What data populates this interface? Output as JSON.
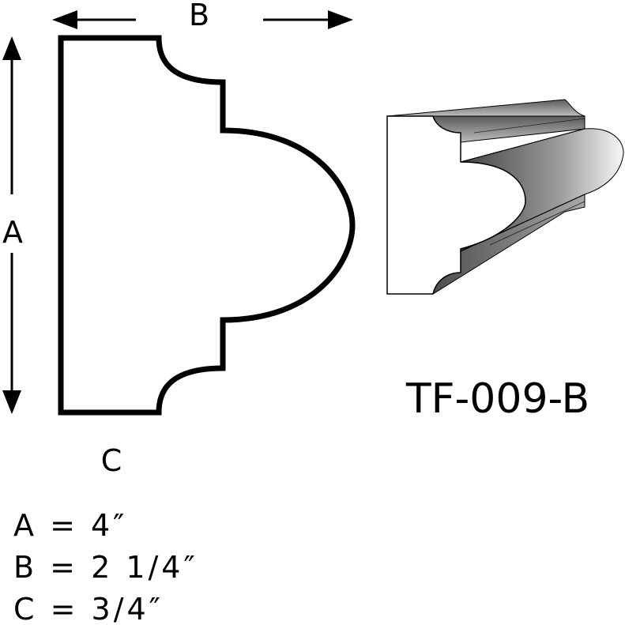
{
  "labels": {
    "a": "A",
    "b": "B",
    "c": "C",
    "part_number": "TF-009-B"
  },
  "dimensions": [
    {
      "text": "A = 4″"
    },
    {
      "text": "B = 2 1/4″"
    },
    {
      "text": "C = 3/4″"
    }
  ],
  "colors": {
    "ink": "#000000",
    "paper": "#ffffff",
    "shade_dark": "#3a3a3a",
    "shade_light": "#f2f2f2"
  }
}
